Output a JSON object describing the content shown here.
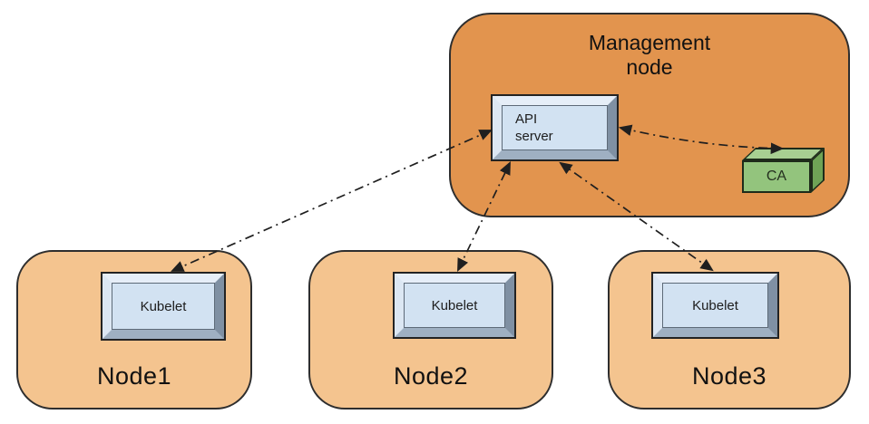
{
  "diagram": {
    "management_node": {
      "label": "Management\nnode",
      "api_server": {
        "label": "API\nserver"
      },
      "ca": {
        "label": "CA"
      }
    },
    "worker_nodes": [
      {
        "label": "Node1",
        "component_label": "Kubelet"
      },
      {
        "label": "Node2",
        "component_label": "Kubelet"
      },
      {
        "label": "Node3",
        "component_label": "Kubelet"
      }
    ],
    "connections": [
      {
        "from": "API server",
        "to": "Kubelet (Node1)",
        "style": "dash-dot",
        "bidirectional": true
      },
      {
        "from": "API server",
        "to": "Kubelet (Node2)",
        "style": "dash-dot",
        "bidirectional": true
      },
      {
        "from": "API server",
        "to": "Kubelet (Node3)",
        "style": "dash-dot",
        "bidirectional": true
      },
      {
        "from": "API server",
        "to": "CA",
        "style": "dash-dot",
        "bidirectional": true
      }
    ],
    "colors": {
      "background": "#ffffff",
      "management_node_fill": "#e2944e",
      "worker_node_fill": "#f4c48f",
      "node_outline": "#2e2e2e",
      "server_box_face": "#d2e2f2",
      "server_box_bevel_dark": "#7f90a3",
      "ca_front": "#93c47d",
      "ca_top": "#a8cf92",
      "ca_side": "#6fa356",
      "arrow": "#1f1f1f",
      "text": "#111111"
    }
  }
}
